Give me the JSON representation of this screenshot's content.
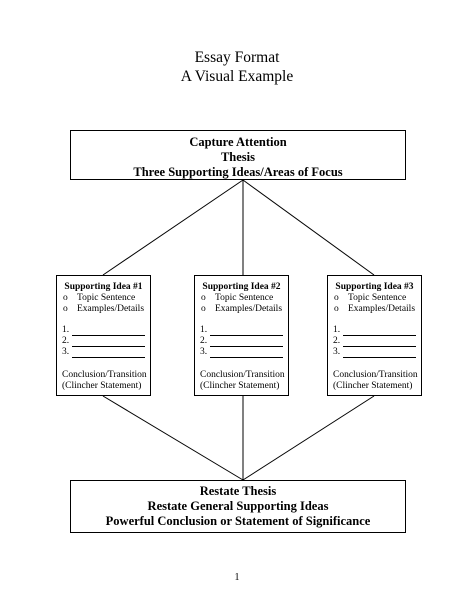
{
  "title": {
    "line1": "Essay Format",
    "line2": "A Visual Example"
  },
  "top_box": {
    "line1": "Capture Attention",
    "line2": "Thesis",
    "line3": "Three Supporting Ideas/Areas of Focus"
  },
  "ideas": [
    {
      "heading": "Supporting Idea #1",
      "bullet1": "Topic Sentence",
      "bullet2": "Examples/Details",
      "n1": "1.",
      "n2": "2.",
      "n3": "3.",
      "c1": "Conclusion/Transition",
      "c2": "(Clincher Statement)"
    },
    {
      "heading": "Supporting Idea #2",
      "bullet1": "Topic Sentence",
      "bullet2": "Examples/Details",
      "n1": "1.",
      "n2": "2.",
      "n3": "3.",
      "c1": "Conclusion/Transition",
      "c2": "(Clincher Statement)"
    },
    {
      "heading": "Supporting Idea #3",
      "bullet1": "Topic Sentence",
      "bullet2": "Examples/Details",
      "n1": "1.",
      "n2": "2.",
      "n3": "3.",
      "c1": "Conclusion/Transition",
      "c2": "(Clincher Statement)"
    }
  ],
  "bullet_symbol": "o",
  "bottom_box": {
    "line1": "Restate Thesis",
    "line2": "Restate General Supporting Ideas",
    "line3": "Powerful Conclusion or Statement of Significance"
  },
  "page_number": "1"
}
